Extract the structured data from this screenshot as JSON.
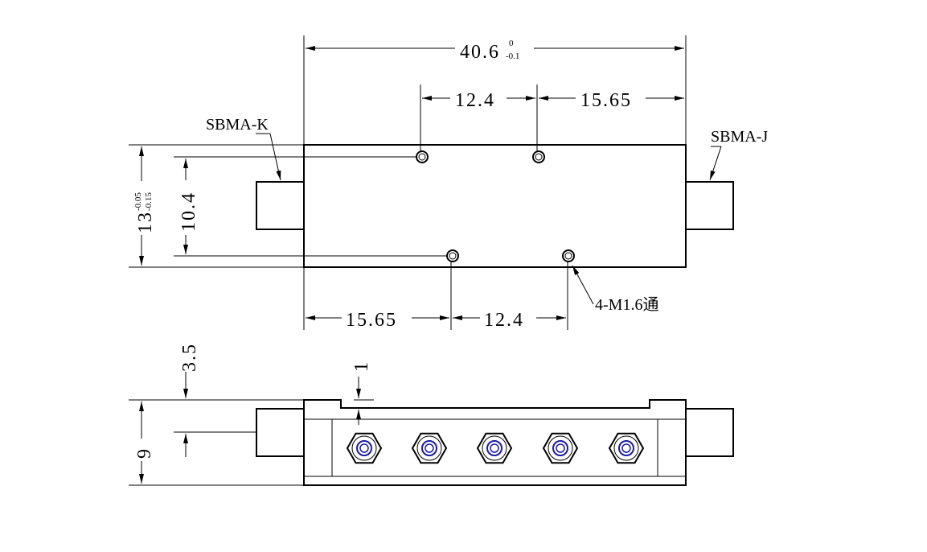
{
  "top_view": {
    "dim_overall_length": "40.6",
    "dim_overall_length_tol_upper": "0",
    "dim_overall_length_tol_lower": "-0.1",
    "dim_top_hole_spacing": "12.4",
    "dim_top_right_offset": "15.65",
    "dim_bottom_left_offset": "15.65",
    "dim_bottom_hole_spacing": "12.4",
    "dim_height": "13",
    "dim_height_tol_upper": "-0.05",
    "dim_height_tol_lower": "-0.15",
    "dim_hole_vertical_spacing": "10.4",
    "left_connector_label": "SBMA-K",
    "right_connector_label": "SBMA-J",
    "hole_callout": "4-M1.6通"
  },
  "side_view": {
    "dim_step_height": "3.5",
    "dim_recess_depth": "1",
    "dim_total_height": "9"
  },
  "colors": {
    "line": "#000000",
    "port_ring": "#1a1aa6"
  }
}
